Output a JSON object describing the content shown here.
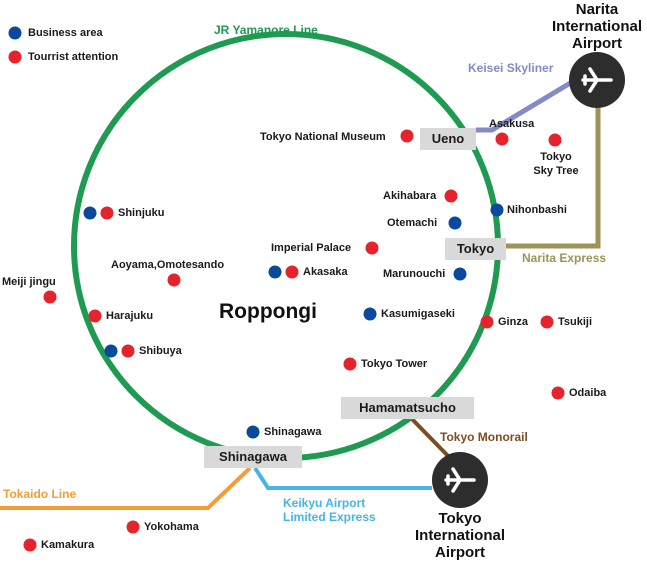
{
  "colors": {
    "business": "#0a4a9c",
    "tourist": "#e4232c",
    "yamanote": "#1f9a51",
    "keisei": "#8489c8",
    "narita_express": "#9c9357",
    "monorail": "#7a4e22",
    "keikyu": "#47b4e6",
    "tokaido": "#f49d38",
    "station_box": "#d9d9d9",
    "airport_circle": "#2d2d2d"
  },
  "legend": {
    "business": "Business area",
    "tourist": "Tourrist attention"
  },
  "lines": {
    "yamanote": "JR Yamanore Line",
    "keisei": "Keisei Skyliner",
    "narita_express": "Narita Express",
    "monorail": "Tokyo Monorail",
    "keikyu_1": "Keikyu Airport",
    "keikyu_2": "Limited Express",
    "tokaido": "Tokaido Line"
  },
  "stations": {
    "ueno": "Ueno",
    "tokyo": "Tokyo",
    "hamamatsucho": "Hamamatsucho",
    "shinagawa": "Shinagawa"
  },
  "airports": {
    "narita": [
      "Narita",
      "International",
      "Airport"
    ],
    "haneda": [
      "Tokyo",
      "International",
      "Airport"
    ]
  },
  "center_label": "Roppongi",
  "places": {
    "tokyo_national_museum": "Tokyo National Museum",
    "asakusa": "Asakusa",
    "skytree_1": "Tokyo",
    "skytree_2": "Sky Tree",
    "akihabara": "Akihabara",
    "otemachi": "Otemachi",
    "nihonbashi": "Nihonbashi",
    "shinjuku": "Shinjuku",
    "imperial_palace": "Imperial Palace",
    "aoyama": "Aoyama,Omotesando",
    "akasaka": "Akasaka",
    "marunouchi": "Marunouchi",
    "meiji": "Meiji jingu",
    "harajuku": "Harajuku",
    "kasumigaseki": "Kasumigaseki",
    "ginza": "Ginza",
    "tsukiji": "Tsukiji",
    "shibuya": "Shibuya",
    "tokyo_tower": "Tokyo Tower",
    "odaiba": "Odaiba",
    "shinagawa_area": "Shinagawa",
    "yokohama": "Yokohama",
    "kamakura": "Kamakura"
  }
}
